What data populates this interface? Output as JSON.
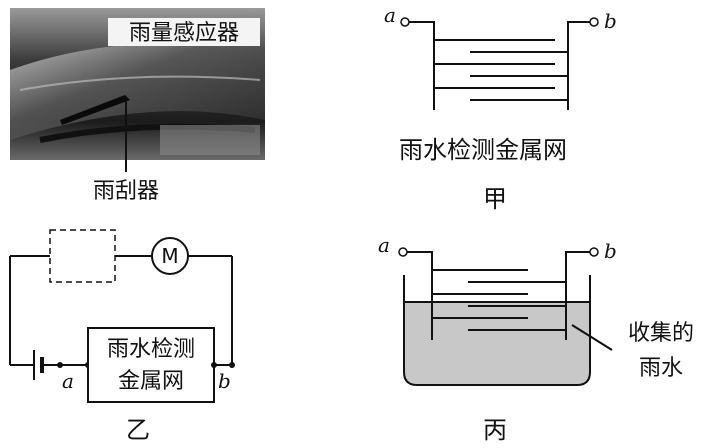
{
  "photo": {
    "sensor_label": "雨量感应器",
    "wiper_label": "雨刮器"
  },
  "fig_jia": {
    "terminal_a": "a",
    "terminal_b": "b",
    "caption_line": "雨水检测金属网",
    "caption": "甲"
  },
  "fig_yi": {
    "motor_symbol": "M",
    "box_line1": "雨水检测",
    "box_line2": "金属网",
    "terminal_a": "a",
    "terminal_b": "b",
    "caption": "乙"
  },
  "fig_bing": {
    "terminal_a": "a",
    "terminal_b": "b",
    "water_label_line1": "收集的",
    "water_label_line2": "雨水",
    "caption": "丙"
  }
}
